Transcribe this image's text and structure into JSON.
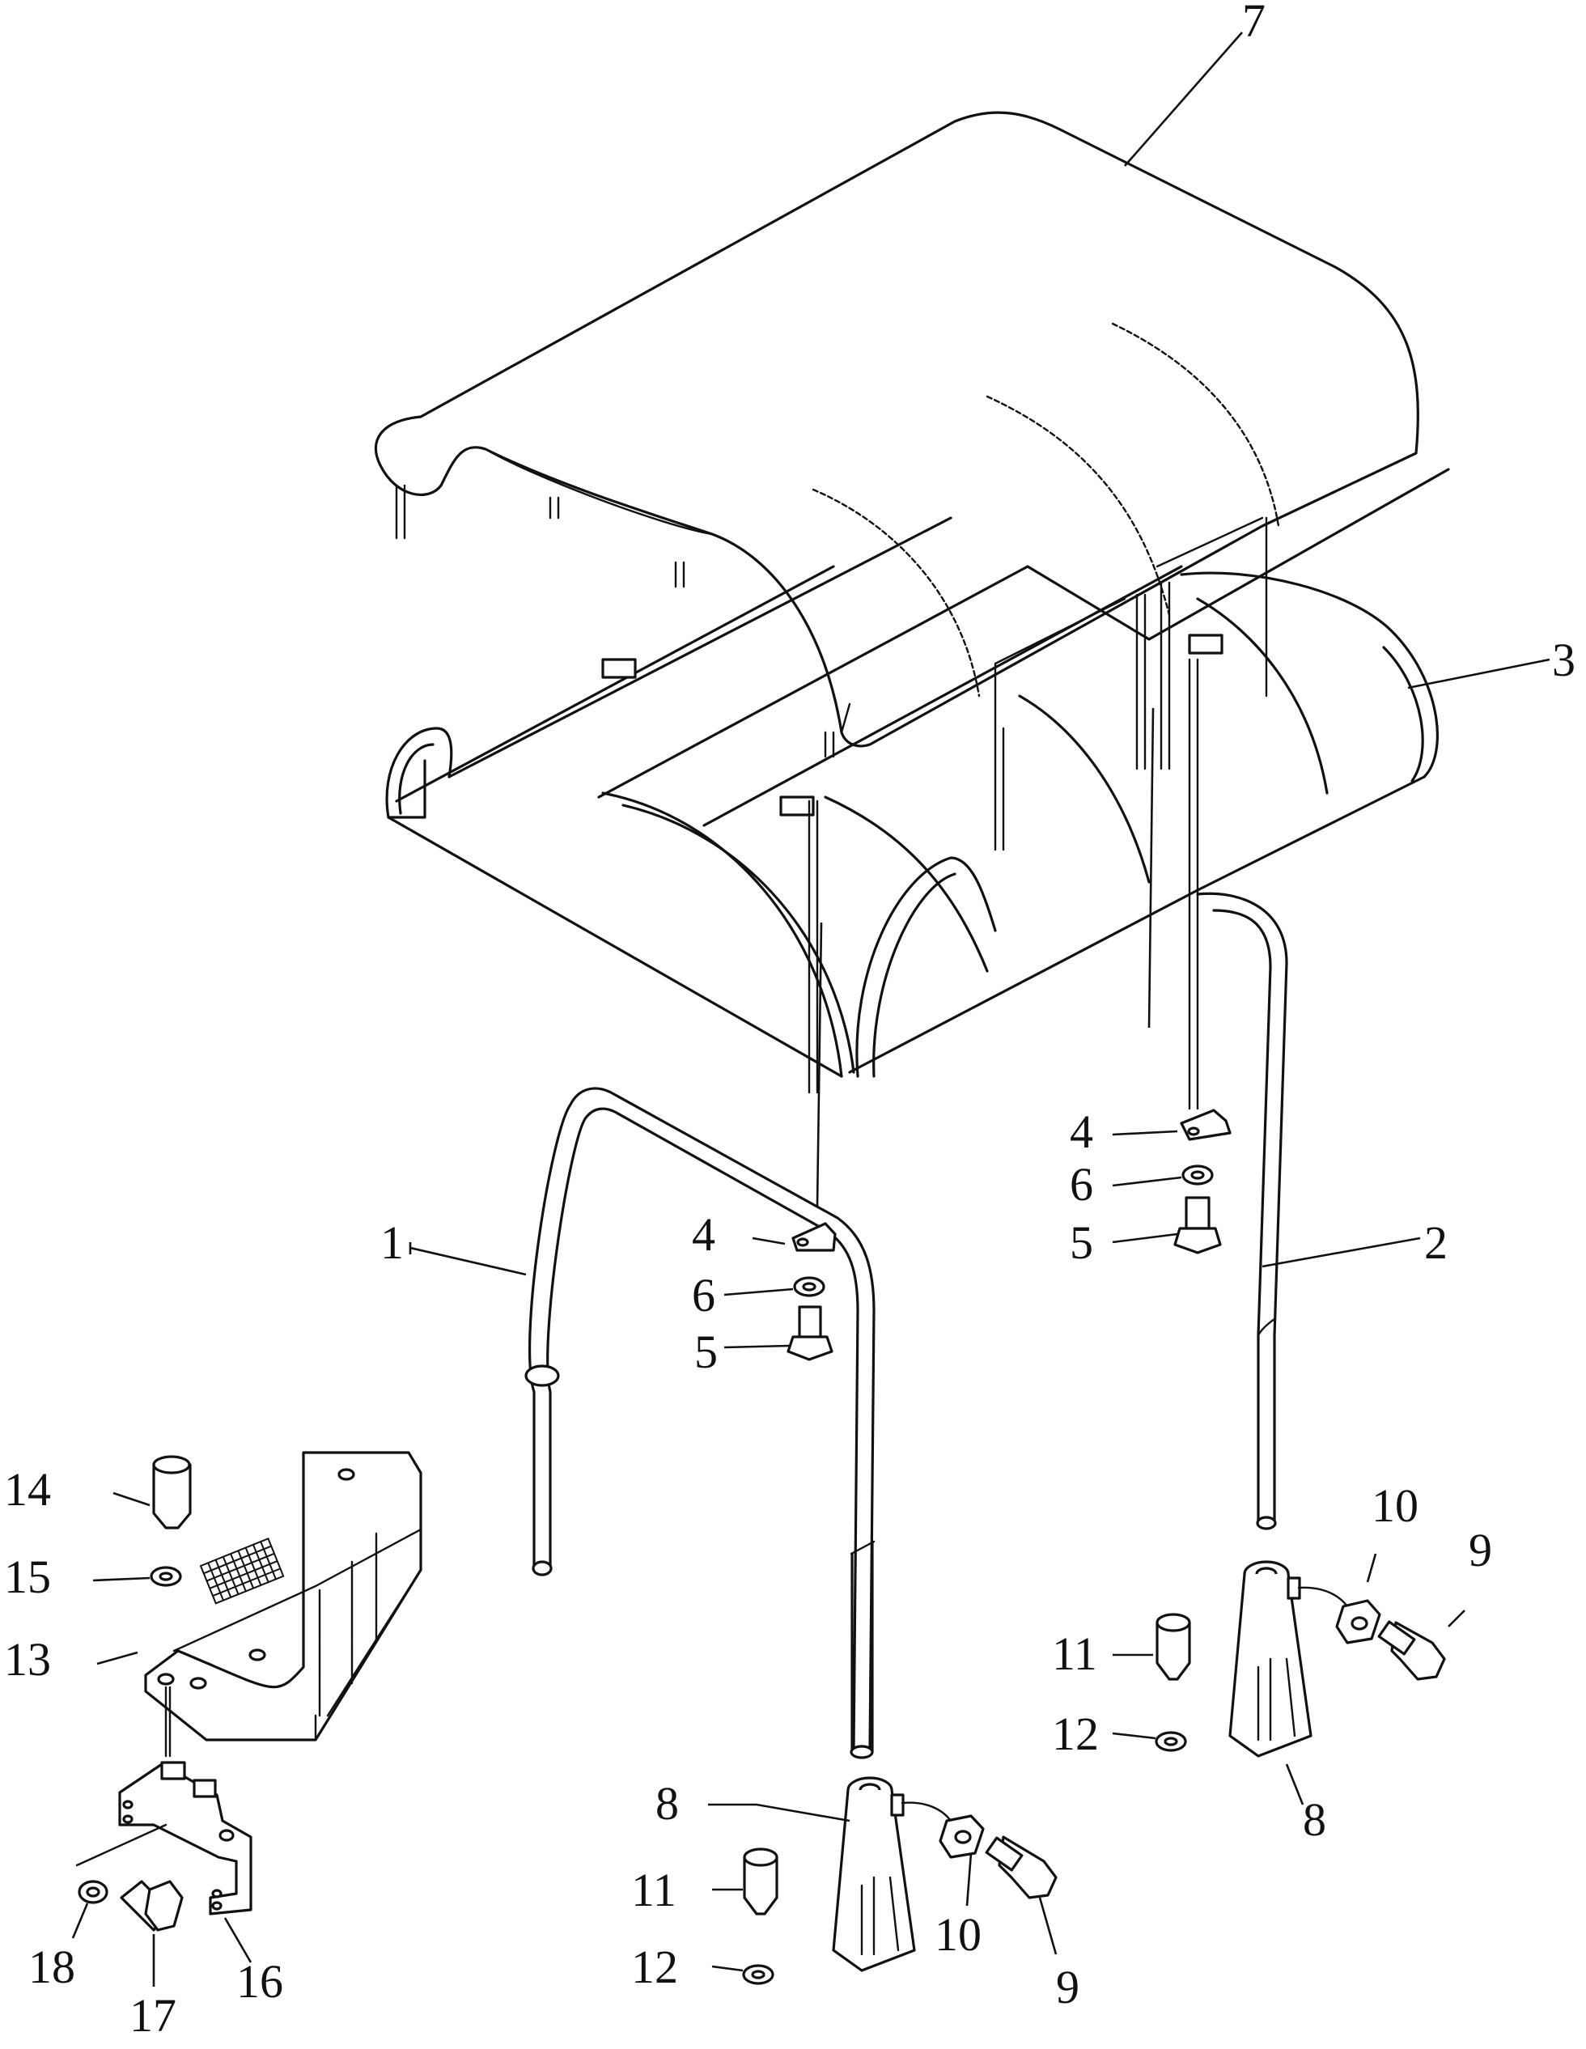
{
  "callouts": [
    {
      "id": "c7",
      "label": "7"
    },
    {
      "id": "c3",
      "label": "3"
    },
    {
      "id": "c4a",
      "label": "4"
    },
    {
      "id": "c6a",
      "label": "6"
    },
    {
      "id": "c5a",
      "label": "5"
    },
    {
      "id": "c4b",
      "label": "4"
    },
    {
      "id": "c6b",
      "label": "6"
    },
    {
      "id": "c5b",
      "label": "5"
    },
    {
      "id": "c1",
      "label": "1"
    },
    {
      "id": "c2",
      "label": "2"
    },
    {
      "id": "c14",
      "label": "14"
    },
    {
      "id": "c15",
      "label": "15"
    },
    {
      "id": "c13",
      "label": "13"
    },
    {
      "id": "c10a",
      "label": "10"
    },
    {
      "id": "c9a",
      "label": "9"
    },
    {
      "id": "c11a",
      "label": "11"
    },
    {
      "id": "c12a",
      "label": "12"
    },
    {
      "id": "c8a",
      "label": "8"
    },
    {
      "id": "c8b",
      "label": "8"
    },
    {
      "id": "c11b",
      "label": "11"
    },
    {
      "id": "c12b",
      "label": "12"
    },
    {
      "id": "c10b",
      "label": "10"
    },
    {
      "id": "c9b",
      "label": "9"
    },
    {
      "id": "c18",
      "label": "18"
    },
    {
      "id": "c17",
      "label": "17"
    },
    {
      "id": "c16",
      "label": "16"
    }
  ]
}
